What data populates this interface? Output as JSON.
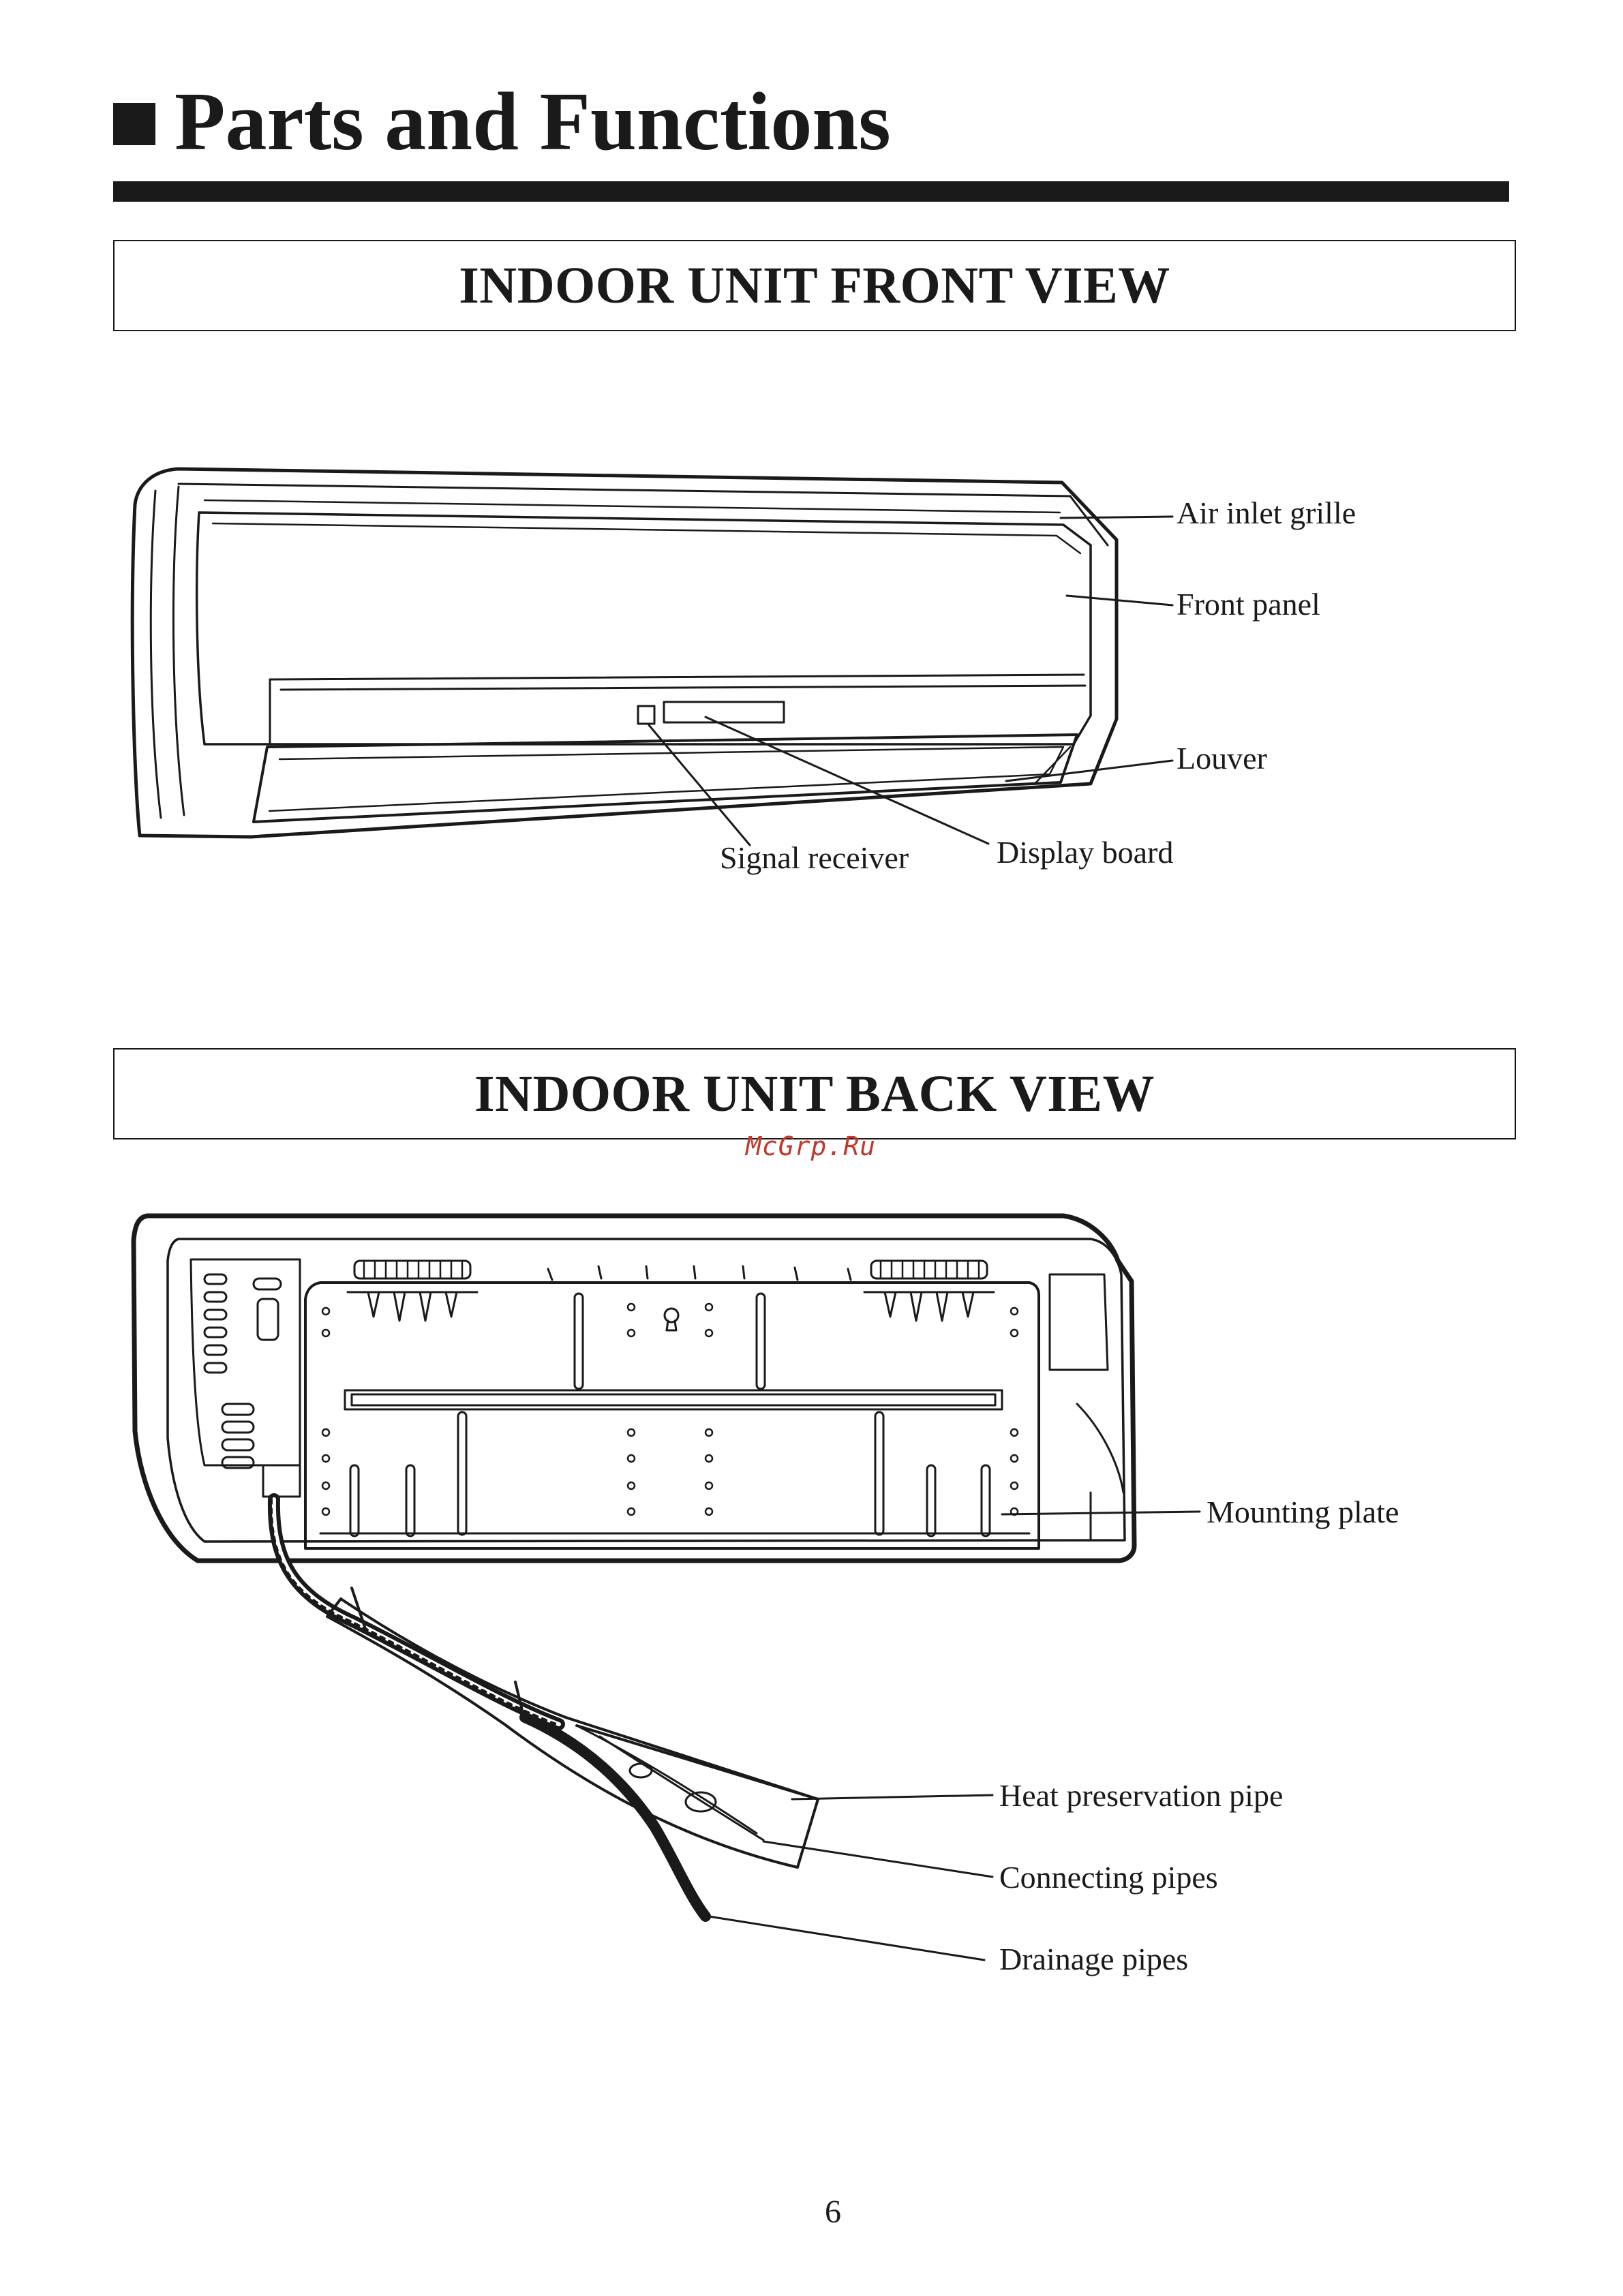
{
  "page": {
    "heading": "Parts and Functions",
    "page_number": "6",
    "watermark": "McGrp.Ru"
  },
  "front_view": {
    "title": "INDOOR UNIT FRONT VIEW",
    "callouts": {
      "air_inlet_grille": "Air inlet grille",
      "front_panel": "Front panel",
      "louver": "Louver",
      "signal_receiver": "Signal receiver",
      "display_board": "Display board"
    }
  },
  "back_view": {
    "title": "INDOOR UNIT BACK VIEW",
    "callouts": {
      "mounting_plate": "Mounting plate",
      "heat_preservation_pipe": "Heat preservation pipe",
      "connecting_pipes": "Connecting pipes",
      "drainage_pipes": "Drainage pipes"
    }
  },
  "colors": {
    "ink": "#1a1a1a",
    "watermark": "#c0392b"
  }
}
